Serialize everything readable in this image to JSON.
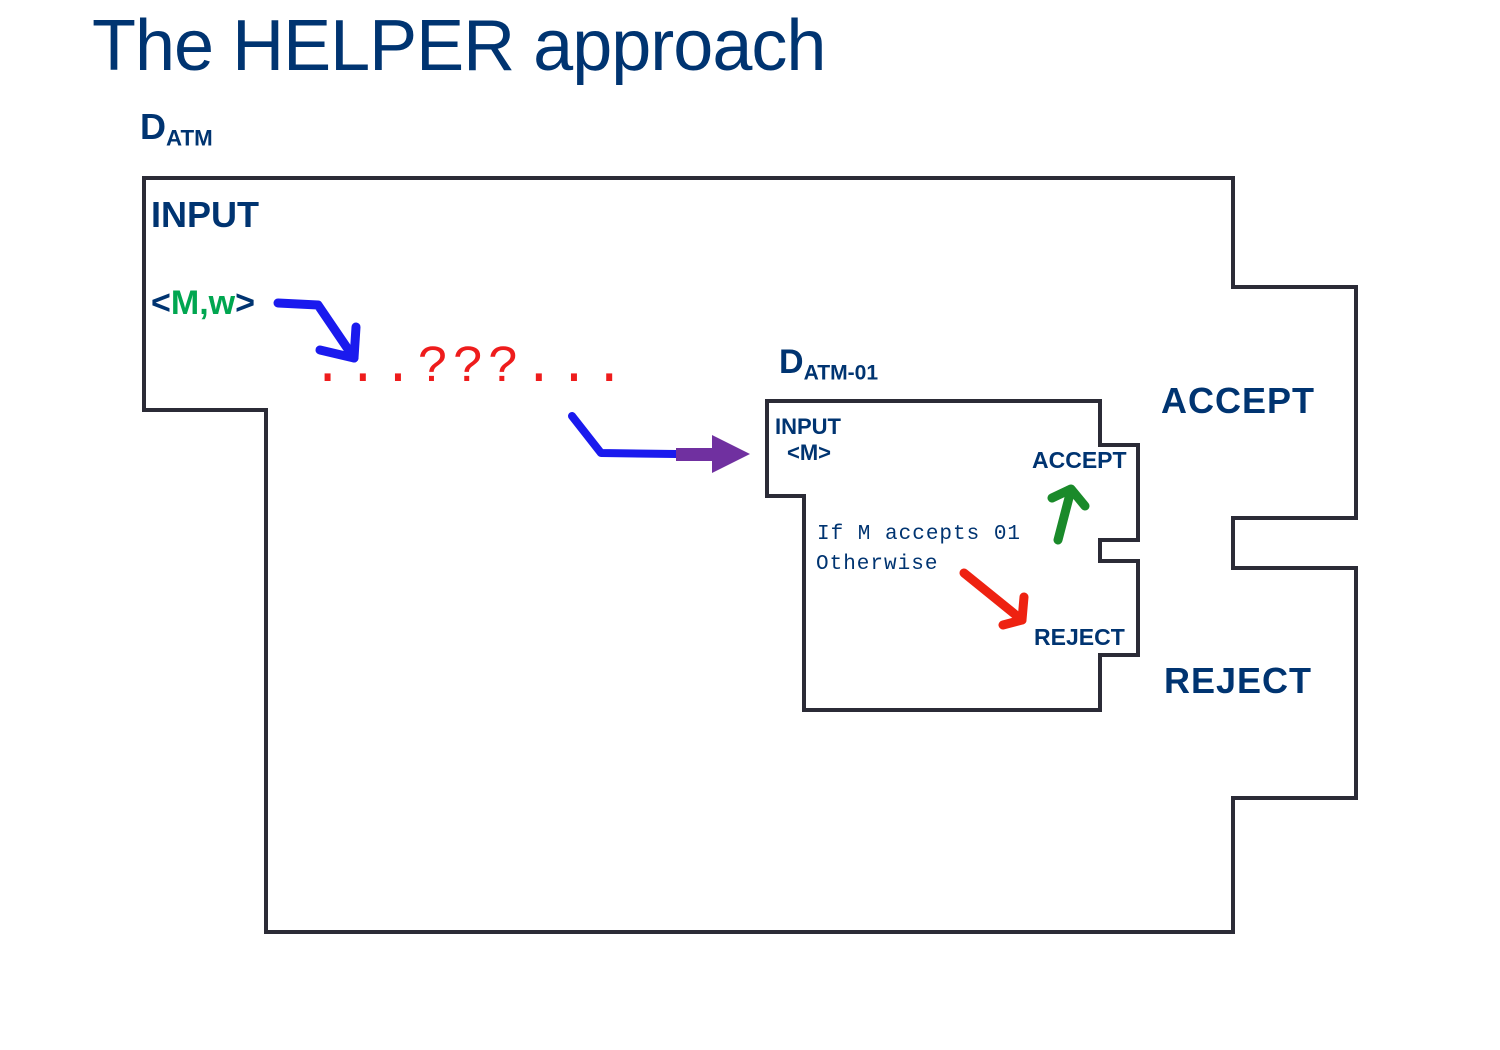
{
  "title": "The HELPER approach",
  "outer_machine": {
    "name_main": "D",
    "name_sub": "ATM",
    "input_label": "INPUT",
    "input_value": {
      "open": "<",
      "arg1": "M",
      "sep": ",",
      "arg2": "w",
      "close": ">"
    },
    "accept_label": "ACCEPT",
    "reject_label": "REJECT"
  },
  "unknown_process": {
    "text": "...???..."
  },
  "inner_machine": {
    "name_main": "D",
    "name_sub": "ATM-01",
    "input_label": "INPUT",
    "input_value": "<M>",
    "accept_label": "ACCEPT",
    "reject_label": "REJECT",
    "condition_accept": "If M accepts 01",
    "condition_reject": "Otherwise"
  },
  "colors": {
    "text_primary": "#003471",
    "variable_green": "#00a650",
    "outline": "#2b2b36",
    "arrow_blue": "#1a1aee",
    "arrow_purple": "#7030a0",
    "arrow_green": "#1a8a2a",
    "arrow_red": "#ee2211",
    "mystery_red": "#ee1c1c"
  }
}
